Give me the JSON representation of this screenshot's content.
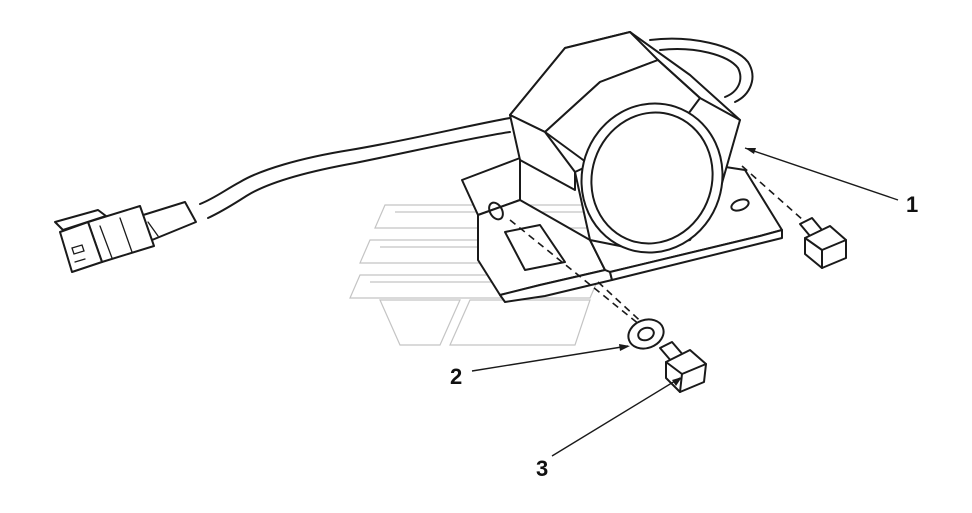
{
  "callouts": [
    {
      "number": "1",
      "part": "alarm"
    },
    {
      "number": "2",
      "part": "washer"
    },
    {
      "number": "3",
      "part": "bolt"
    }
  ],
  "colors": {
    "line": "#1a1a1a",
    "watermark": "#c4c4c4",
    "background": "#ffffff"
  }
}
